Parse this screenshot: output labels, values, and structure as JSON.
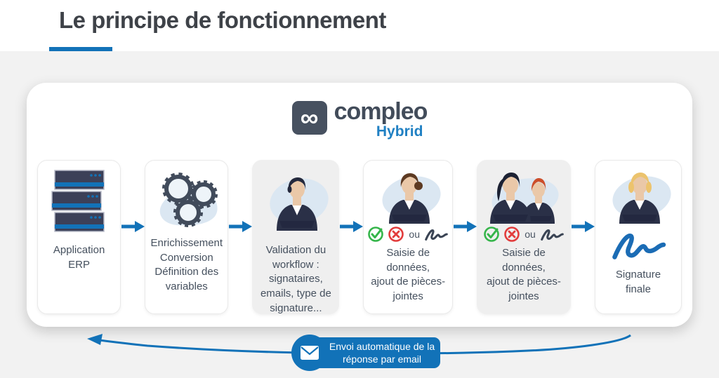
{
  "colors": {
    "accent": "#1272b8",
    "title": "#3e4248",
    "text": "#45505e",
    "suit": "#2a3047",
    "blob": "#dbe7f2",
    "skin": "#eac8a8",
    "green": "#35b54a",
    "red": "#e23c3c",
    "dark": "#414b5b",
    "graybox": "#efefef",
    "pagebg": "#f2f2f2"
  },
  "header": {
    "title": "Le principe de fonctionnement"
  },
  "logo": {
    "infinity": "∞",
    "name": "compleo",
    "variant": "Hybrid"
  },
  "boxes": [
    {
      "id": "application-erp",
      "icon": "server-icon",
      "variant": "white",
      "label": "Application\nERP"
    },
    {
      "id": "enrichissement",
      "icon": "gears-icon",
      "variant": "white",
      "label": "Enrichissement\nConversion\nDéfinition des\nvariables"
    },
    {
      "id": "validation-workflow",
      "icon": "person-headset-icon",
      "variant": "gray",
      "label": "Validation du\nworkflow :\nsignataires,\nemails, type de\nsignature..."
    },
    {
      "id": "saisie-donnees-1",
      "icon": "person-icon",
      "variant": "white",
      "ou_label": "ou",
      "icons_row": [
        "check-circle-icon",
        "cross-circle-icon",
        "signature-small-icon"
      ],
      "label": "Saisie de\ndonnées,\najout de pièces-\njointes"
    },
    {
      "id": "saisie-donnees-2",
      "icon": "two-persons-icon",
      "variant": "gray",
      "ou_label": "ou",
      "icons_row": [
        "check-circle-icon",
        "cross-circle-icon",
        "signature-small-icon"
      ],
      "label": "Saisie de\ndonnées,\najout de pièces-\njointes"
    },
    {
      "id": "signature-finale",
      "icon": "signature-icon",
      "variant": "white",
      "label": "Signature\nfinale"
    }
  ],
  "badge": {
    "icon": "envelope-icon",
    "text": "Envoi automatique de la\nréponse par email"
  }
}
